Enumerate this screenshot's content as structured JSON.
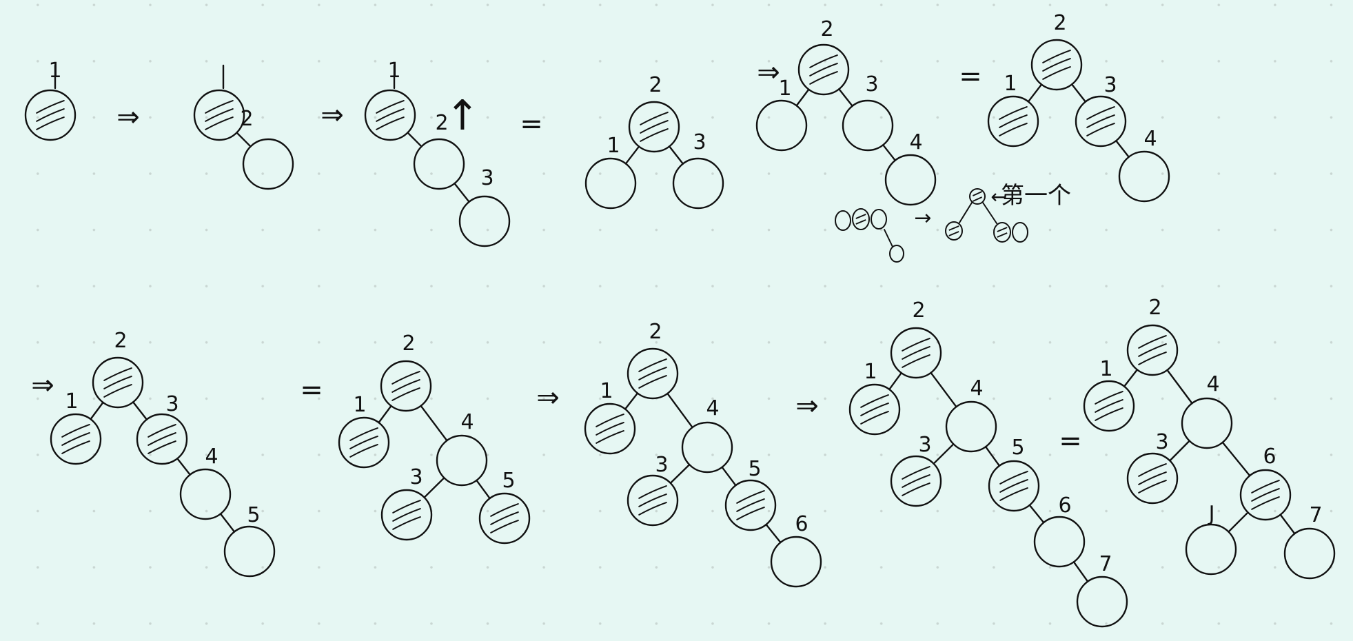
{
  "ink_color": "#111111",
  "background_color": "#e6f7f3",
  "steps": [
    {
      "nodes": [
        {
          "label": "1",
          "shaded": true
        }
      ]
    },
    {
      "nodes": [
        {
          "label": "",
          "shaded": true
        },
        {
          "label": "2",
          "shaded": false
        }
      ]
    },
    {
      "nodes": [
        {
          "label": "1",
          "shaded": true
        },
        {
          "label": "2",
          "shaded": false
        },
        {
          "label": "3",
          "shaded": false
        }
      ]
    },
    {
      "nodes": [
        {
          "label": "2",
          "shaded": true
        },
        {
          "label": "1",
          "shaded": false
        },
        {
          "label": "3",
          "shaded": false
        }
      ]
    },
    {
      "nodes": [
        {
          "label": "2",
          "shaded": true
        },
        {
          "label": "1",
          "shaded": false
        },
        {
          "label": "3",
          "shaded": false
        },
        {
          "label": "4",
          "shaded": false
        }
      ]
    },
    {
      "nodes": [
        {
          "label": "2",
          "shaded": true
        },
        {
          "label": "1",
          "shaded": true
        },
        {
          "label": "3",
          "shaded": true
        },
        {
          "label": "4",
          "shaded": false
        }
      ]
    },
    {
      "nodes": [
        {
          "label": "2",
          "shaded": true
        },
        {
          "label": "1",
          "shaded": true
        },
        {
          "label": "3",
          "shaded": true
        },
        {
          "label": "4",
          "shaded": false
        },
        {
          "label": "5",
          "shaded": false
        }
      ]
    },
    {
      "nodes": [
        {
          "label": "2",
          "shaded": true
        },
        {
          "label": "1",
          "shaded": true
        },
        {
          "label": "4",
          "shaded": false
        },
        {
          "label": "3",
          "shaded": true
        },
        {
          "label": "5",
          "shaded": true
        }
      ]
    },
    {
      "nodes": [
        {
          "label": "2",
          "shaded": true
        },
        {
          "label": "1",
          "shaded": true
        },
        {
          "label": "4",
          "shaded": false
        },
        {
          "label": "3",
          "shaded": true
        },
        {
          "label": "5",
          "shaded": true
        },
        {
          "label": "6",
          "shaded": false
        }
      ]
    },
    {
      "nodes": [
        {
          "label": "2",
          "shaded": true
        },
        {
          "label": "1",
          "shaded": true
        },
        {
          "label": "4",
          "shaded": false
        },
        {
          "label": "3",
          "shaded": true
        },
        {
          "label": "5",
          "shaded": true
        },
        {
          "label": "6",
          "shaded": false
        },
        {
          "label": "7",
          "shaded": false
        }
      ]
    },
    {
      "nodes": [
        {
          "label": "2",
          "shaded": true
        },
        {
          "label": "1",
          "shaded": true
        },
        {
          "label": "4",
          "shaded": false
        },
        {
          "label": "3",
          "shaded": true
        },
        {
          "label": "6",
          "shaded": true
        },
        {
          "label": "J",
          "shaded": false
        },
        {
          "label": "7",
          "shaded": false
        }
      ]
    }
  ],
  "note": {
    "text": "第一个"
  },
  "symbols": {
    "implies": "⇒",
    "equals": "=",
    "arrow": "→",
    "up_arrow": "↑",
    "left_arrow": "←"
  }
}
